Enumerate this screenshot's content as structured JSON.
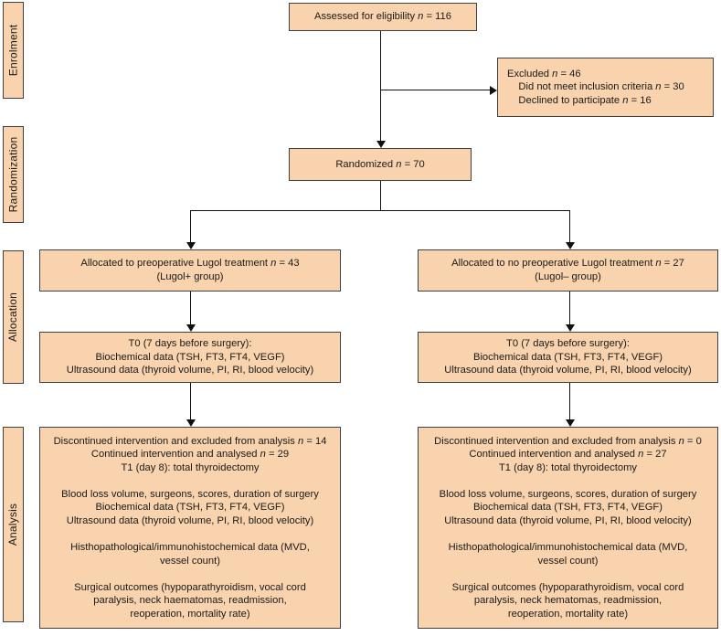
{
  "colors": {
    "box_fill": "#f8d3ad",
    "box_border": "#3f3f3f",
    "line": "#111111",
    "text": "#1a1a1a"
  },
  "stages": [
    {
      "label": "Enrolment"
    },
    {
      "label": "Randomization"
    },
    {
      "label": "Allocation"
    },
    {
      "label": "Analysis"
    }
  ],
  "boxes": {
    "assessed": "Assessed for eligibility _n_ = 116",
    "excluded": [
      "Excluded _n_ = 46",
      "    Did not meet inclusion criteria _n_ = 30",
      "    Declined to participate _n_ = 16"
    ],
    "randomized": "Randomized _n_ = 70",
    "alloc_left": [
      "Allocated to preoperative Lugol treatment _n_ = 43",
      "(Lugol+ group)"
    ],
    "alloc_right": [
      "Allocated to no preoperative Lugol treatment _n_ = 27",
      "(Lugol– group)"
    ],
    "t0_left": [
      "T0 (7 days before surgery):",
      "Biochemical data (TSH, FT3, FT4, VEGF)",
      "Ultrasound data (thyroid volume, PI, RI, blood velocity)"
    ],
    "t0_right": [
      "T0 (7 days before surgery):",
      "Biochemical data (TSH, FT3, FT4, VEGF)",
      "Ultrasound data (thyroid volume, PI, RI, blood velocity)"
    ],
    "analysis_left": [
      "Discontinued intervention and excluded from analysis _n_ = 14",
      "Continued intervention and analysed _n_ = 29",
      "T1 (day 8): total thyroidectomy",
      "",
      "Blood loss volume, surgeons, scores, duration of surgery",
      "Biochemical data (TSH, FT3, FT4, VEGF)",
      "Ultrasound data (thyroid volume, PI, RI, blood velocity)",
      "",
      "Histhopathological/immunohistochemical data (MVD,",
      "vessel count)",
      "",
      "Surgical outcomes (hypoparathyroidism, vocal cord",
      "paralysis, neck haematomas, readmission,",
      "reoperation, mortality rate)"
    ],
    "analysis_right": [
      "Discontinued intervention and excluded from analysis _n_ = 0",
      "Continued intervention and analysed _n_ = 27",
      "T1 (day 8): total thyroidectomy",
      "",
      "Blood loss volume, surgeons, scores, duration of surgery",
      "Biochemical data (TSH, FT3, FT4, VEGF)",
      "Ultrasound data (thyroid volume, PI, RI, blood velocity)",
      "",
      "Histhopathological/immunohistochemical data (MVD,",
      "vessel count)",
      "",
      "Surgical outcomes (hypoparathyroidism, vocal cord",
      "paralysis, neck hematomas, readmission,",
      "reoperation, mortality rate)"
    ]
  }
}
